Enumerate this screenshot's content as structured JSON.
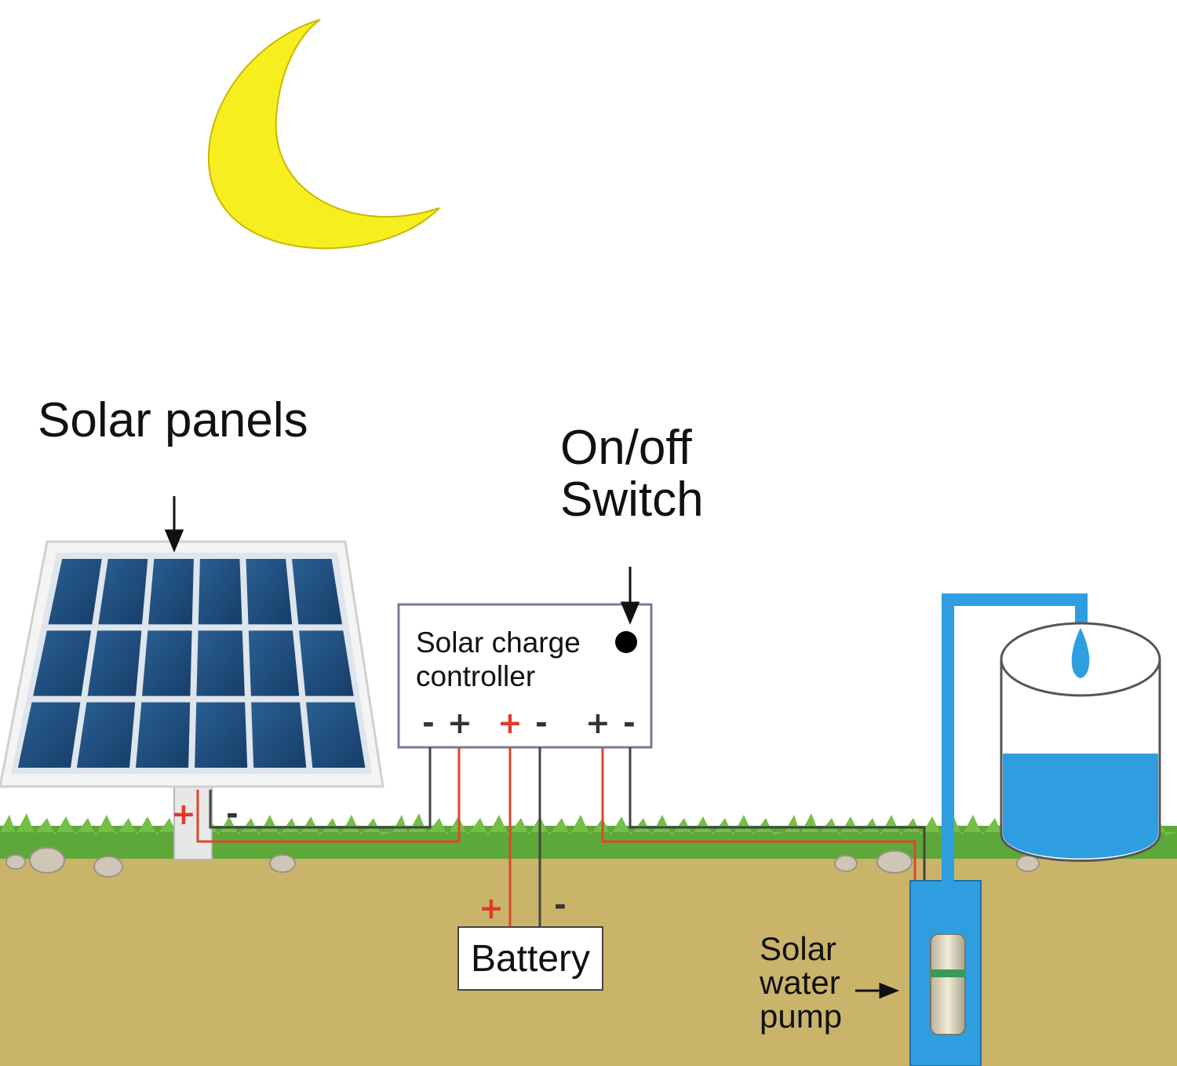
{
  "labels": {
    "solar_panels": "Solar panels",
    "switch_line1": "On/off",
    "switch_line2": "Switch",
    "controller_line1": "Solar charge",
    "controller_line2": "controller",
    "battery": "Battery",
    "pump_line1": "Solar",
    "pump_line2": "water",
    "pump_line3": "pump"
  },
  "terminals": {
    "controller": [
      "-",
      "+",
      "+",
      "-",
      "+",
      "-"
    ],
    "panel": [
      "+",
      "-"
    ],
    "battery": [
      "+",
      "-"
    ]
  },
  "colors": {
    "moon": "#f7ee1f",
    "panel_cell": "#1b4a7a",
    "ground": "#c9b46a",
    "grass": "#5ea83a",
    "water": "#2f9ee0",
    "wire_positive": "#d9482b",
    "wire_negative": "#444444"
  }
}
